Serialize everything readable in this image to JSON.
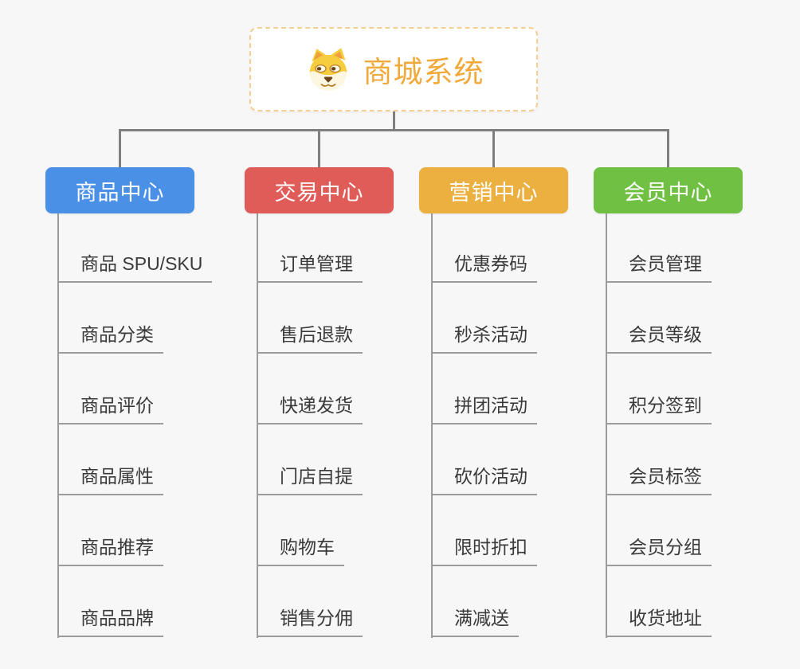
{
  "root": {
    "title": "商城系统",
    "icon": "doge-icon"
  },
  "branches": [
    {
      "label": "商品中心",
      "color": "#4b90e7",
      "children": [
        "商品 SPU/SKU",
        "商品分类",
        "商品评价",
        "商品属性",
        "商品推荐",
        "商品品牌"
      ]
    },
    {
      "label": "交易中心",
      "color": "#e05c59",
      "children": [
        "订单管理",
        "售后退款",
        "快递发货",
        "门店自提",
        "购物车",
        "销售分佣"
      ]
    },
    {
      "label": "营销中心",
      "color": "#ecb041",
      "children": [
        "优惠券码",
        "秒杀活动",
        "拼团活动",
        "砍价活动",
        "限时折扣",
        "满减送"
      ]
    },
    {
      "label": "会员中心",
      "color": "#70c043",
      "children": [
        "会员管理",
        "会员等级",
        "积分签到",
        "会员标签",
        "会员分组",
        "收货地址"
      ]
    }
  ],
  "colors": {
    "background": "#f7f7f7",
    "root_accent": "#f0a93a",
    "root_border": "#f5cf92",
    "connector": "#7f7f7f",
    "leaf_line": "#9b9b9b",
    "leaf_text": "#3a3a3a"
  }
}
